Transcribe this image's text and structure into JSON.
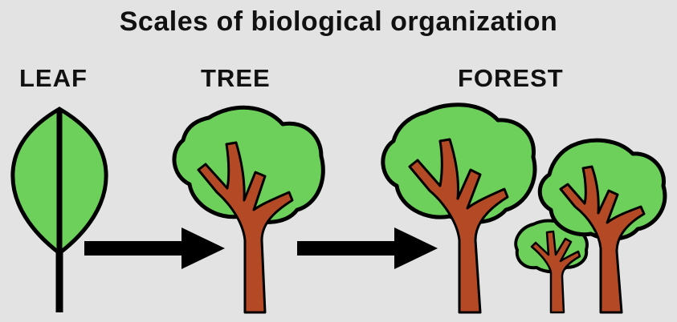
{
  "title": "Scales of biological organization",
  "stages": [
    {
      "label": "LEAF"
    },
    {
      "label": "TREE"
    },
    {
      "label": "FOREST"
    }
  ],
  "colors": {
    "background": "#e3e3e3",
    "foliage": "#6dd05a",
    "trunk": "#b34a25",
    "outline": "#000000"
  }
}
